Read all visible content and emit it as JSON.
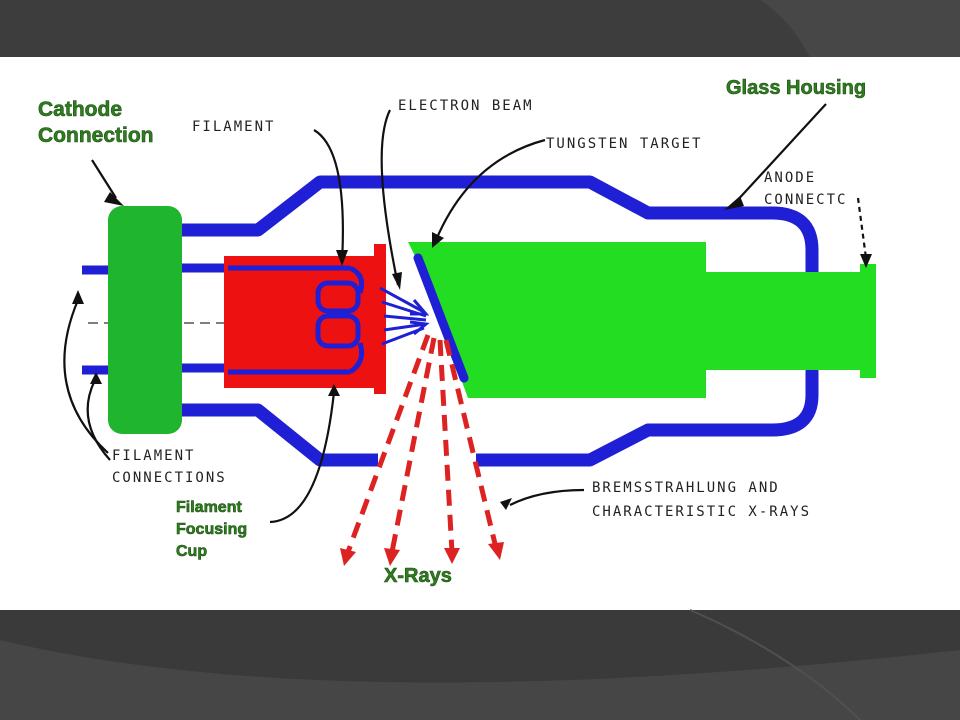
{
  "colors": {
    "background_dark": "#3a3a3a",
    "panel_white": "#ffffff",
    "tube_blue": "#1f1fd6",
    "green_parts": "#22dd22",
    "cathode_green": "#1fb52e",
    "red_cup": "#ee1111",
    "xray_red": "#dd2222",
    "label_green": "#2e7d1e"
  },
  "labels": {
    "cathode_connection_line1": "Cathode",
    "cathode_connection_line2": "Connection",
    "filament": "FILAMENT",
    "electron_beam": "ELECTRON BEAM",
    "tungsten_target": "TUNGSTEN TARGET",
    "glass_housing": "Glass Housing",
    "anode_connector_line1": "ANODE",
    "anode_connector_line2": "CONNECTC",
    "filament_connections_line1": "FILAMENT",
    "filament_connections_line2": "CONNECTIONS",
    "focusing_cup_line1": "Filament",
    "focusing_cup_line2": "Focusing",
    "focusing_cup_line3": "Cup",
    "xrays": "X-Rays",
    "bremsstrahlung_line1": "BREMSSTRAHLUNG AND",
    "bremsstrahlung_line2": "CHARACTERISTIC X-RAYS"
  }
}
